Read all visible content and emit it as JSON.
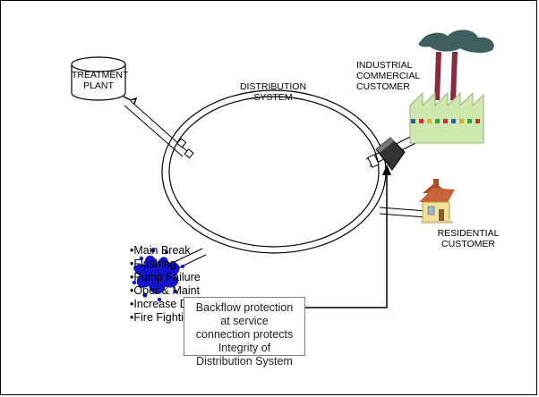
{
  "labels": {
    "treatment_plant": [
      "TREATMENT",
      "PLANT"
    ],
    "distribution_system": [
      "DISTRIBUTION",
      "SYSTEM"
    ],
    "industrial_customer": [
      "INDUSTRIAL",
      "COMMERCIAL",
      "CUSTOMER"
    ],
    "residential_customer": [
      "RESIDENTIAL",
      "CUSTOMER"
    ]
  },
  "events": [
    "Main Break",
    "Flushing",
    "Pump Failure",
    "Oper & Maint",
    "Increase Demand",
    "Fire Fighting"
  ],
  "callout": [
    "Backflow protection at service",
    "connection protects",
    "Integrity of Distribution System"
  ],
  "icons": {
    "treatment_plant": "tank-cylinder-icon",
    "factory": "factory-icon",
    "smoke": "smoke-cloud-icon",
    "house": "house-icon",
    "water_burst": "water-splash-icon",
    "backflow_device": "backflow-preventer-icon"
  },
  "colors": {
    "factory_wall": "#cfe8b0",
    "factory_stacks": "#8b2a3a",
    "smoke": "#3f5f5f",
    "house_wall": "#f3e39a",
    "house_roof": "#b04a2a",
    "splash": "#1414cc",
    "device": "#333333"
  }
}
